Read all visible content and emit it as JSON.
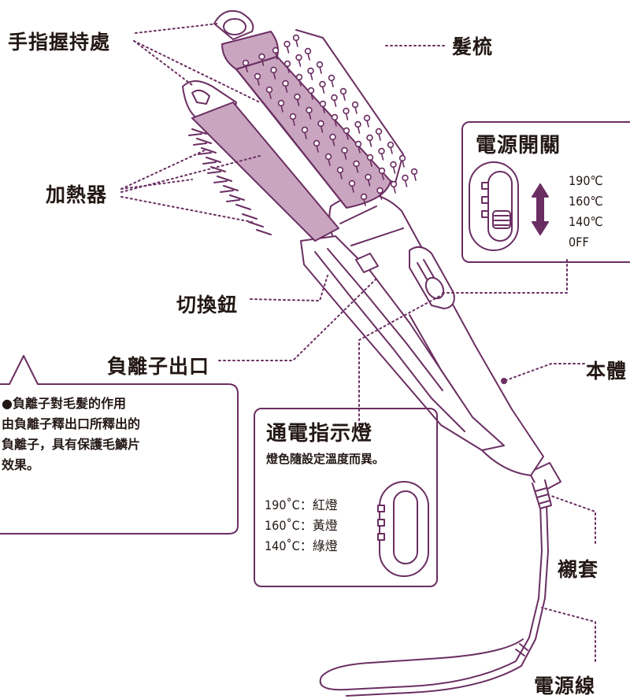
{
  "labels": {
    "finger_grip": "手指握持處",
    "comb": "髮梳",
    "heater": "加熱器",
    "switch_button": "切換鈕",
    "ion_outlet": "負離子出口",
    "body": "本體",
    "sleeve": "襯套",
    "power_cord": "電源線"
  },
  "power_switch": {
    "title": "電源開關",
    "temps": [
      "190℃",
      "160℃",
      "140℃",
      "0FF"
    ]
  },
  "indicator": {
    "title": "通電指示燈",
    "subtitle": "燈色隨設定溫度而異。",
    "items": [
      "190˚C：紅燈",
      "160˚C：黃燈",
      "140˚C：綠燈"
    ]
  },
  "ion_note": {
    "lines": [
      "●負離子對毛髮的作用",
      "由負離子釋出口所釋出的",
      "負離子，具有保護毛鱗片",
      "效果。"
    ]
  },
  "colors": {
    "accent": "#6b2e62",
    "fill": "#c9a5bf",
    "ink": "#231815"
  }
}
